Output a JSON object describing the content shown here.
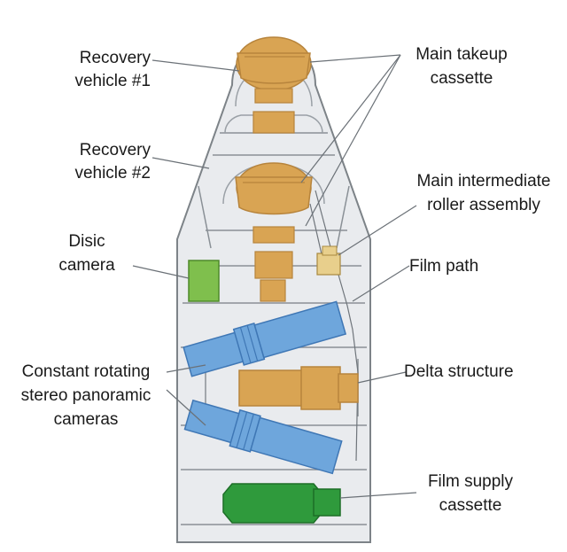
{
  "labels": {
    "recovery_vehicle_1": [
      "Recovery",
      "vehicle #1"
    ],
    "recovery_vehicle_2": [
      "Recovery",
      "vehicle #2"
    ],
    "disic_camera": [
      "Disic",
      "camera"
    ],
    "constant_rotating_cameras": [
      "Constant rotating",
      "stereo panoramic",
      "cameras"
    ],
    "main_takeup_cassette": [
      "Main takeup",
      "cassette"
    ],
    "main_intermediate_roller": [
      "Main intermediate",
      "roller assembly"
    ],
    "film_path": [
      "Film path"
    ],
    "delta_structure": [
      "Delta structure"
    ],
    "film_supply_cassette": [
      "Film supply",
      "cassette"
    ]
  },
  "colors": {
    "body_fill": "#e9ebee",
    "body_stroke": "#7d8388",
    "line": "#8a9096",
    "component_orange": "#d9a453",
    "component_orange_dark": "#b7843c",
    "camera_blue": "#6ea6dc",
    "camera_blue_dark": "#3f77b5",
    "disic_green": "#7fbf4d",
    "supply_green": "#2f9a3c",
    "supply_green_dark": "#1d6e27"
  }
}
